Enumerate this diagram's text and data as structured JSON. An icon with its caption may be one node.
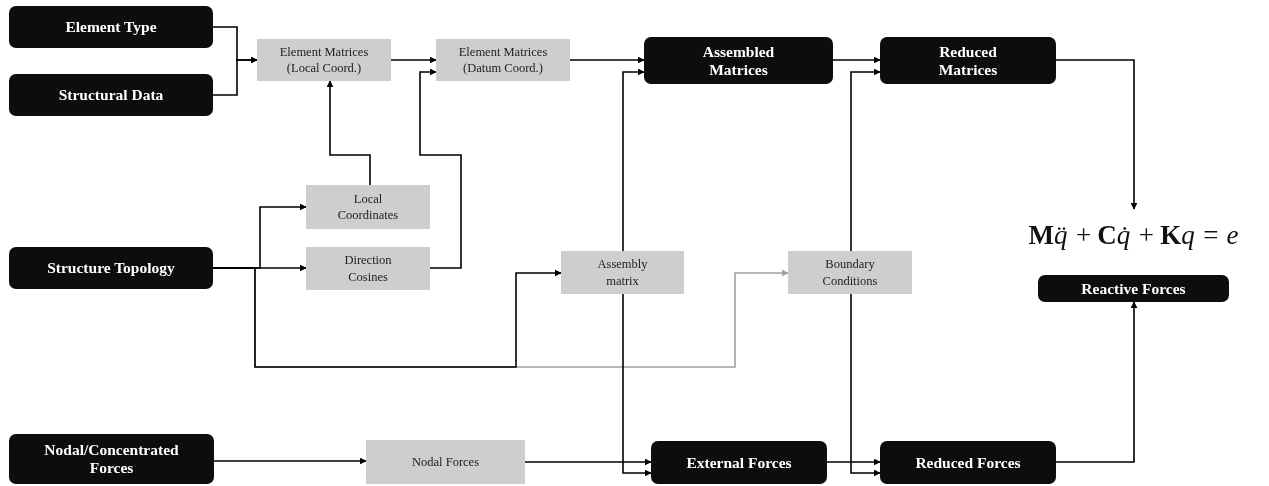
{
  "diagram": {
    "nodes": [
      {
        "text": [
          "Element Type"
        ]
      },
      {
        "text": [
          "Structural Data"
        ]
      },
      {
        "text": [
          "Element Matrices (Local Coord.)"
        ]
      },
      {
        "text": [
          "Element Matrices (Datum Coord.)"
        ]
      },
      {
        "text": [
          "Assembled Matrices"
        ]
      },
      {
        "text": [
          "Reduced Matrices"
        ]
      },
      {
        "text": [
          "Local Coordinates"
        ]
      },
      {
        "text": [
          "Structure Topology"
        ]
      },
      {
        "text": [
          "Direction Cosines"
        ]
      },
      {
        "text": [
          "Assembly matrix"
        ]
      },
      {
        "text": [
          "Boundary Conditions"
        ]
      },
      {
        "text": [
          "**M**q̈ + **C**q̇ + **K**q = e"
        ]
      },
      {
        "text": [
          "Reactive Forces"
        ]
      },
      {
        "text": [
          "Nodal/Concentrated Forces"
        ]
      },
      {
        "text": [
          "Nodal Forces"
        ]
      },
      {
        "text": [
          "External Forces"
        ]
      },
      {
        "text": [
          "Reduced Forces"
        ]
      }
    ],
    "edges": [
      {
        "from": 0,
        "to": 2,
        "arrow": "to"
      },
      {
        "from": 1,
        "to": 2,
        "arrow": "to"
      },
      {
        "from": 2,
        "to": 3,
        "arrow": "to"
      },
      {
        "from": 3,
        "to": 4,
        "arrow": "to"
      },
      {
        "from": 4,
        "to": 5,
        "arrow": "to"
      },
      {
        "from": 5,
        "to": 11,
        "arrow": "to"
      },
      {
        "from": 6,
        "to": 2,
        "arrow": "to"
      },
      {
        "from": 7,
        "to": 6,
        "arrow": "to"
      },
      {
        "from": 7,
        "to": 8,
        "arrow": "to"
      },
      {
        "from": 8,
        "to": 3,
        "arrow": "to"
      },
      {
        "from": 7,
        "to": 9,
        "arrow": "to"
      },
      {
        "from": 7,
        "to": 10,
        "arrow": "to",
        "color": "#a0a0a0"
      },
      {
        "from": 9,
        "to": 4,
        "arrow": "to"
      },
      {
        "from": 9,
        "to": 15,
        "arrow": "to"
      },
      {
        "from": 10,
        "to": 5,
        "arrow": "to"
      },
      {
        "from": 10,
        "to": 16,
        "arrow": "to"
      },
      {
        "from": 13,
        "to": 14,
        "arrow": "to"
      },
      {
        "from": 14,
        "to": 15,
        "arrow": "to"
      },
      {
        "from": 15,
        "to": 16,
        "arrow": "to"
      },
      {
        "from": 16,
        "to": 12,
        "arrow": "to"
      }
    ]
  }
}
